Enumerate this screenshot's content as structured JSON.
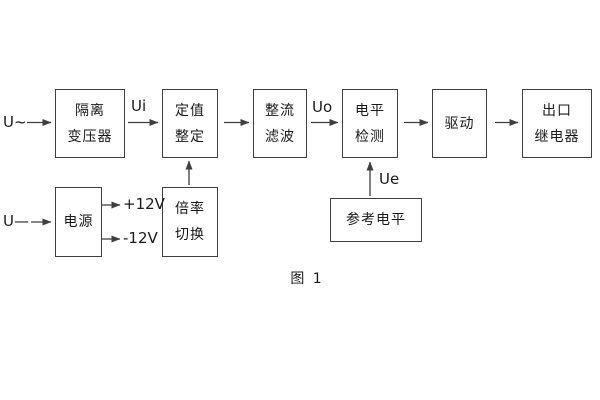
{
  "figure": {
    "caption": "图 1",
    "inputs": {
      "ac_label": "U~",
      "dc_label": "U—"
    },
    "signal_labels": {
      "ui": "Ui",
      "uo": "Uo",
      "ue": "Ue",
      "plus_12v": "+12V",
      "minus_12v": "-12V"
    },
    "blocks": {
      "isolation_transformer": {
        "lines": [
          "隔离",
          "变压器"
        ]
      },
      "value_setting": {
        "lines": [
          "定值",
          "整定"
        ]
      },
      "rectifier_filter": {
        "lines": [
          "整流",
          "滤波"
        ]
      },
      "level_detection": {
        "lines": [
          "电平",
          "检测"
        ]
      },
      "driver": {
        "lines": [
          "驱动"
        ]
      },
      "output_relay": {
        "lines": [
          "出口",
          "继电器"
        ]
      },
      "power_supply": {
        "lines": [
          "电源"
        ]
      },
      "ratio_switch": {
        "lines": [
          "倍率",
          "切换"
        ]
      },
      "reference_level": {
        "lines": [
          "参考电平"
        ]
      }
    },
    "colors": {
      "line": "#3f3f3f",
      "text": "#1a1a1a",
      "background": "#ffffff"
    }
  }
}
